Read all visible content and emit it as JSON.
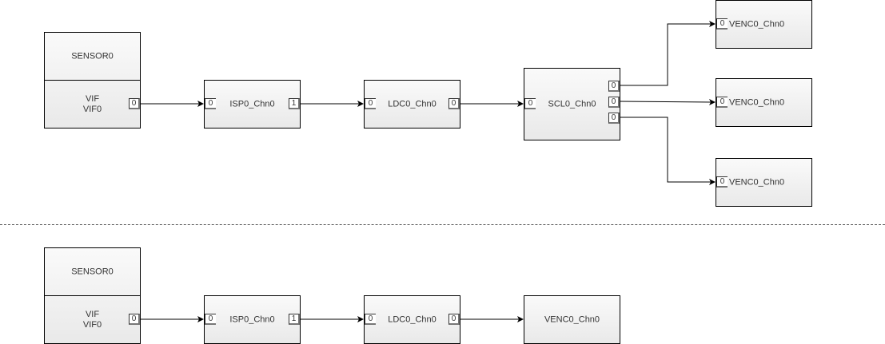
{
  "diagram": {
    "top": {
      "sensor": {
        "title": "SENSOR0",
        "vif_line1": "VIF",
        "vif_line2": "VIF0",
        "out_port": "0"
      },
      "isp": {
        "label": "ISP0_Chn0",
        "in_port": "0",
        "out_port": "1"
      },
      "ldc": {
        "label": "LDC0_Chn0",
        "in_port": "0",
        "out_port": "0"
      },
      "scl": {
        "label": "SCL0_Chn0",
        "in_port": "0",
        "out_ports": [
          "0",
          "0",
          "0"
        ]
      },
      "venc": [
        {
          "label": "VENC0_Chn0",
          "in_port": "0"
        },
        {
          "label": "VENC0_Chn0",
          "in_port": "0"
        },
        {
          "label": "VENC0_Chn0",
          "in_port": "0"
        }
      ]
    },
    "bottom": {
      "sensor": {
        "title": "SENSOR0",
        "vif_line1": "VIF",
        "vif_line2": "VIF0",
        "out_port": "0"
      },
      "isp": {
        "label": "ISP0_Chn0",
        "in_port": "0",
        "out_port": "1"
      },
      "ldc": {
        "label": "LDC0_Chn0",
        "in_port": "0",
        "out_port": "0"
      },
      "venc": {
        "label": "VENC0_Chn0"
      }
    }
  }
}
